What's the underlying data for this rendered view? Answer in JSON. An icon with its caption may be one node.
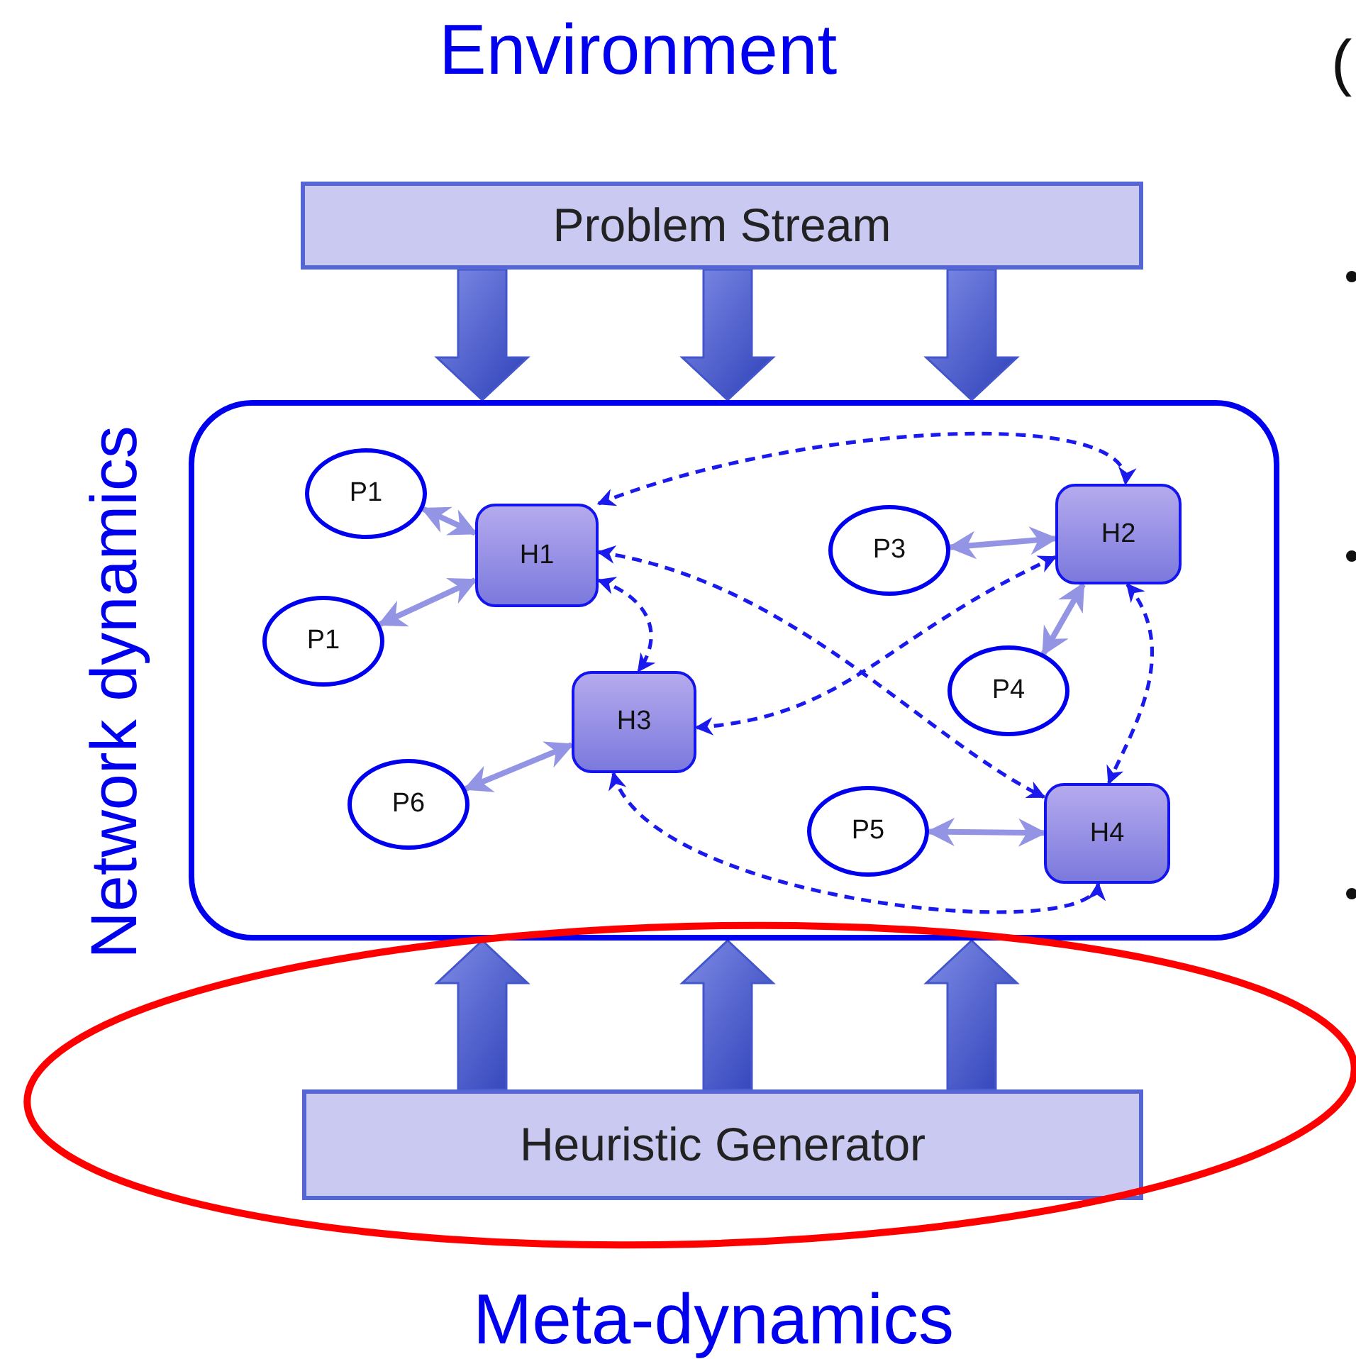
{
  "diagram": {
    "nodes": [
      {
        "text": [
          "Problem Stream"
        ]
      },
      {
        "text": [
          "Network dynamics"
        ]
      },
      {
        "text": [
          "Heuristic Generator"
        ]
      },
      {
        "text": [
          "P1"
        ],
        "in": 1
      },
      {
        "text": [
          "H1"
        ],
        "in": 1
      },
      {
        "text": [
          "P3"
        ],
        "in": 1
      },
      {
        "text": [
          "H2"
        ],
        "in": 1
      },
      {
        "text": [
          "P1"
        ],
        "in": 1
      },
      {
        "text": [
          "H3"
        ],
        "in": 1
      },
      {
        "text": [
          "P4"
        ],
        "in": 1
      },
      {
        "text": [
          "P6"
        ],
        "in": 1
      },
      {
        "text": [
          "P5"
        ],
        "in": 1
      },
      {
        "text": [
          "H4"
        ],
        "in": 1
      }
    ],
    "edges": [
      {
        "from": 0,
        "to": 1,
        "arrow": "to",
        "style": "thick",
        "color": "#4456cc"
      },
      {
        "from": 0,
        "to": 1,
        "arrow": "to",
        "style": "thick",
        "color": "#4456cc"
      },
      {
        "from": 0,
        "to": 1,
        "arrow": "to",
        "style": "thick",
        "color": "#4456cc"
      },
      {
        "from": 2,
        "to": 1,
        "arrow": "to",
        "style": "thick",
        "color": "#4456cc"
      },
      {
        "from": 2,
        "to": 1,
        "arrow": "to",
        "style": "thick",
        "color": "#4456cc"
      },
      {
        "from": 2,
        "to": 1,
        "arrow": "to",
        "style": "thick",
        "color": "#4456cc"
      },
      {
        "from": 3,
        "to": 4,
        "arrow": "both"
      },
      {
        "from": 7,
        "to": 4,
        "arrow": "both"
      },
      {
        "from": 5,
        "to": 6,
        "arrow": "both"
      },
      {
        "from": 9,
        "to": 6,
        "arrow": "both"
      },
      {
        "from": 10,
        "to": 8,
        "arrow": "both"
      },
      {
        "from": 11,
        "to": 12,
        "arrow": "both"
      },
      {
        "from": 4,
        "to": 6,
        "arrow": "both",
        "style": "dashed",
        "color": "#1a1aee"
      },
      {
        "from": 4,
        "to": 8,
        "arrow": "both",
        "style": "dashed",
        "color": "#1a1aee"
      },
      {
        "from": 4,
        "to": 12,
        "arrow": "both",
        "style": "dashed",
        "color": "#1a1aee"
      },
      {
        "from": 6,
        "to": 8,
        "arrow": "both",
        "style": "dashed",
        "color": "#1a1aee"
      },
      {
        "from": 6,
        "to": 12,
        "arrow": "both",
        "style": "dashed",
        "color": "#1a1aee"
      },
      {
        "from": 8,
        "to": 12,
        "arrow": "both",
        "style": "dashed",
        "color": "#1a1aee"
      }
    ],
    "labels": [
      "Environment",
      "(",
      "Meta-dynamics"
    ]
  }
}
